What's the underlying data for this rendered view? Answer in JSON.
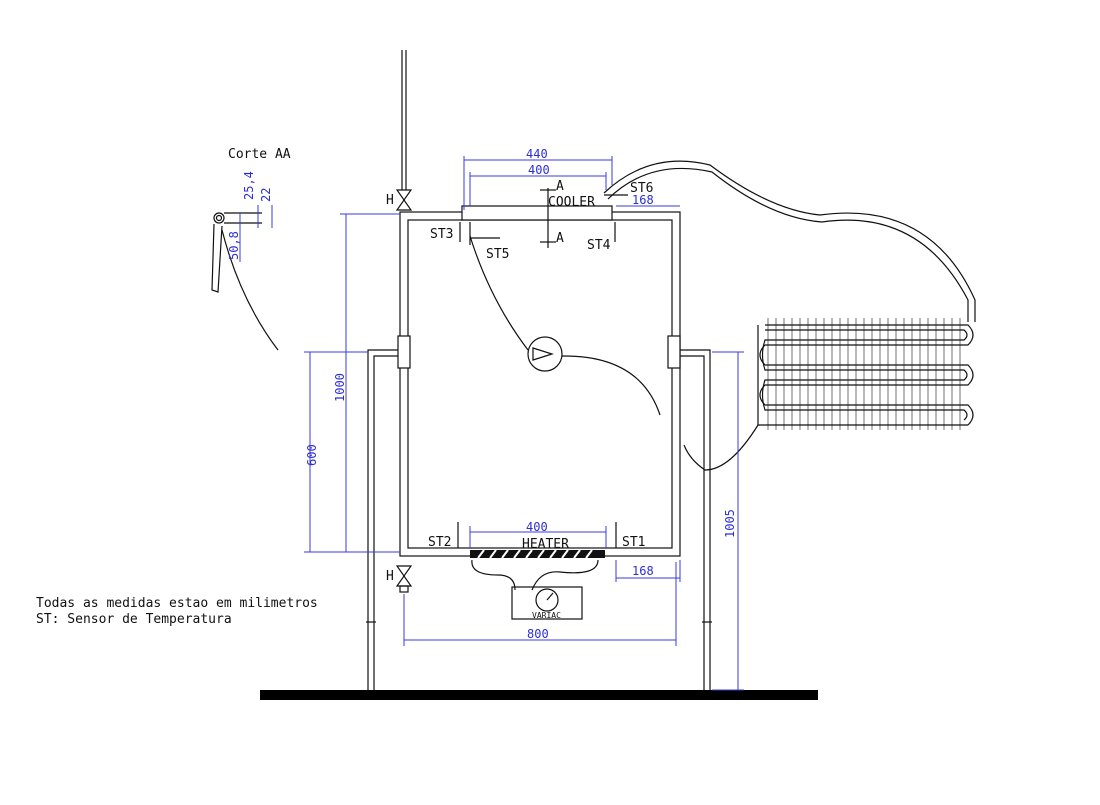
{
  "section_title": "Corte AA",
  "section_dims": [
    "25,4",
    "22",
    "50,8"
  ],
  "labels": {
    "cooler": "COOLER",
    "heater": "HEATER",
    "variac": "VARIAC",
    "section_marker": "A",
    "valve": "H"
  },
  "sensors": [
    "ST1",
    "ST2",
    "ST3",
    "ST4",
    "ST5",
    "ST6"
  ],
  "dimensions": {
    "cooler_outer": "440",
    "cooler_inner": "400",
    "cooler_offset": "168",
    "heater_len": "400",
    "heater_offset": "168",
    "width": "800",
    "height": "1000",
    "support_height": "600",
    "total_height": "1005"
  },
  "notes": [
    "Todas as medidas estao em milimetros",
    "ST: Sensor de Temperatura"
  ]
}
